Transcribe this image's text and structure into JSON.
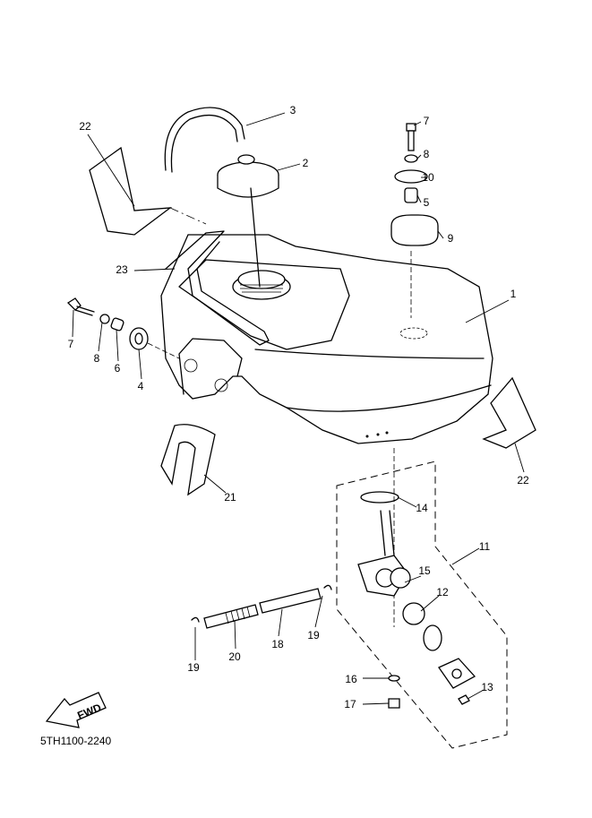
{
  "diagram_code": "5TH1100-2240",
  "fwd_arrow_text": "FWD",
  "callouts": [
    "3",
    "22",
    "2",
    "7",
    "8",
    "10",
    "5",
    "9",
    "23",
    "1",
    "7",
    "8",
    "6",
    "4",
    "22",
    "21",
    "14",
    "11",
    "15",
    "12",
    "19",
    "18",
    "20",
    "19",
    "16",
    "13",
    "17"
  ]
}
